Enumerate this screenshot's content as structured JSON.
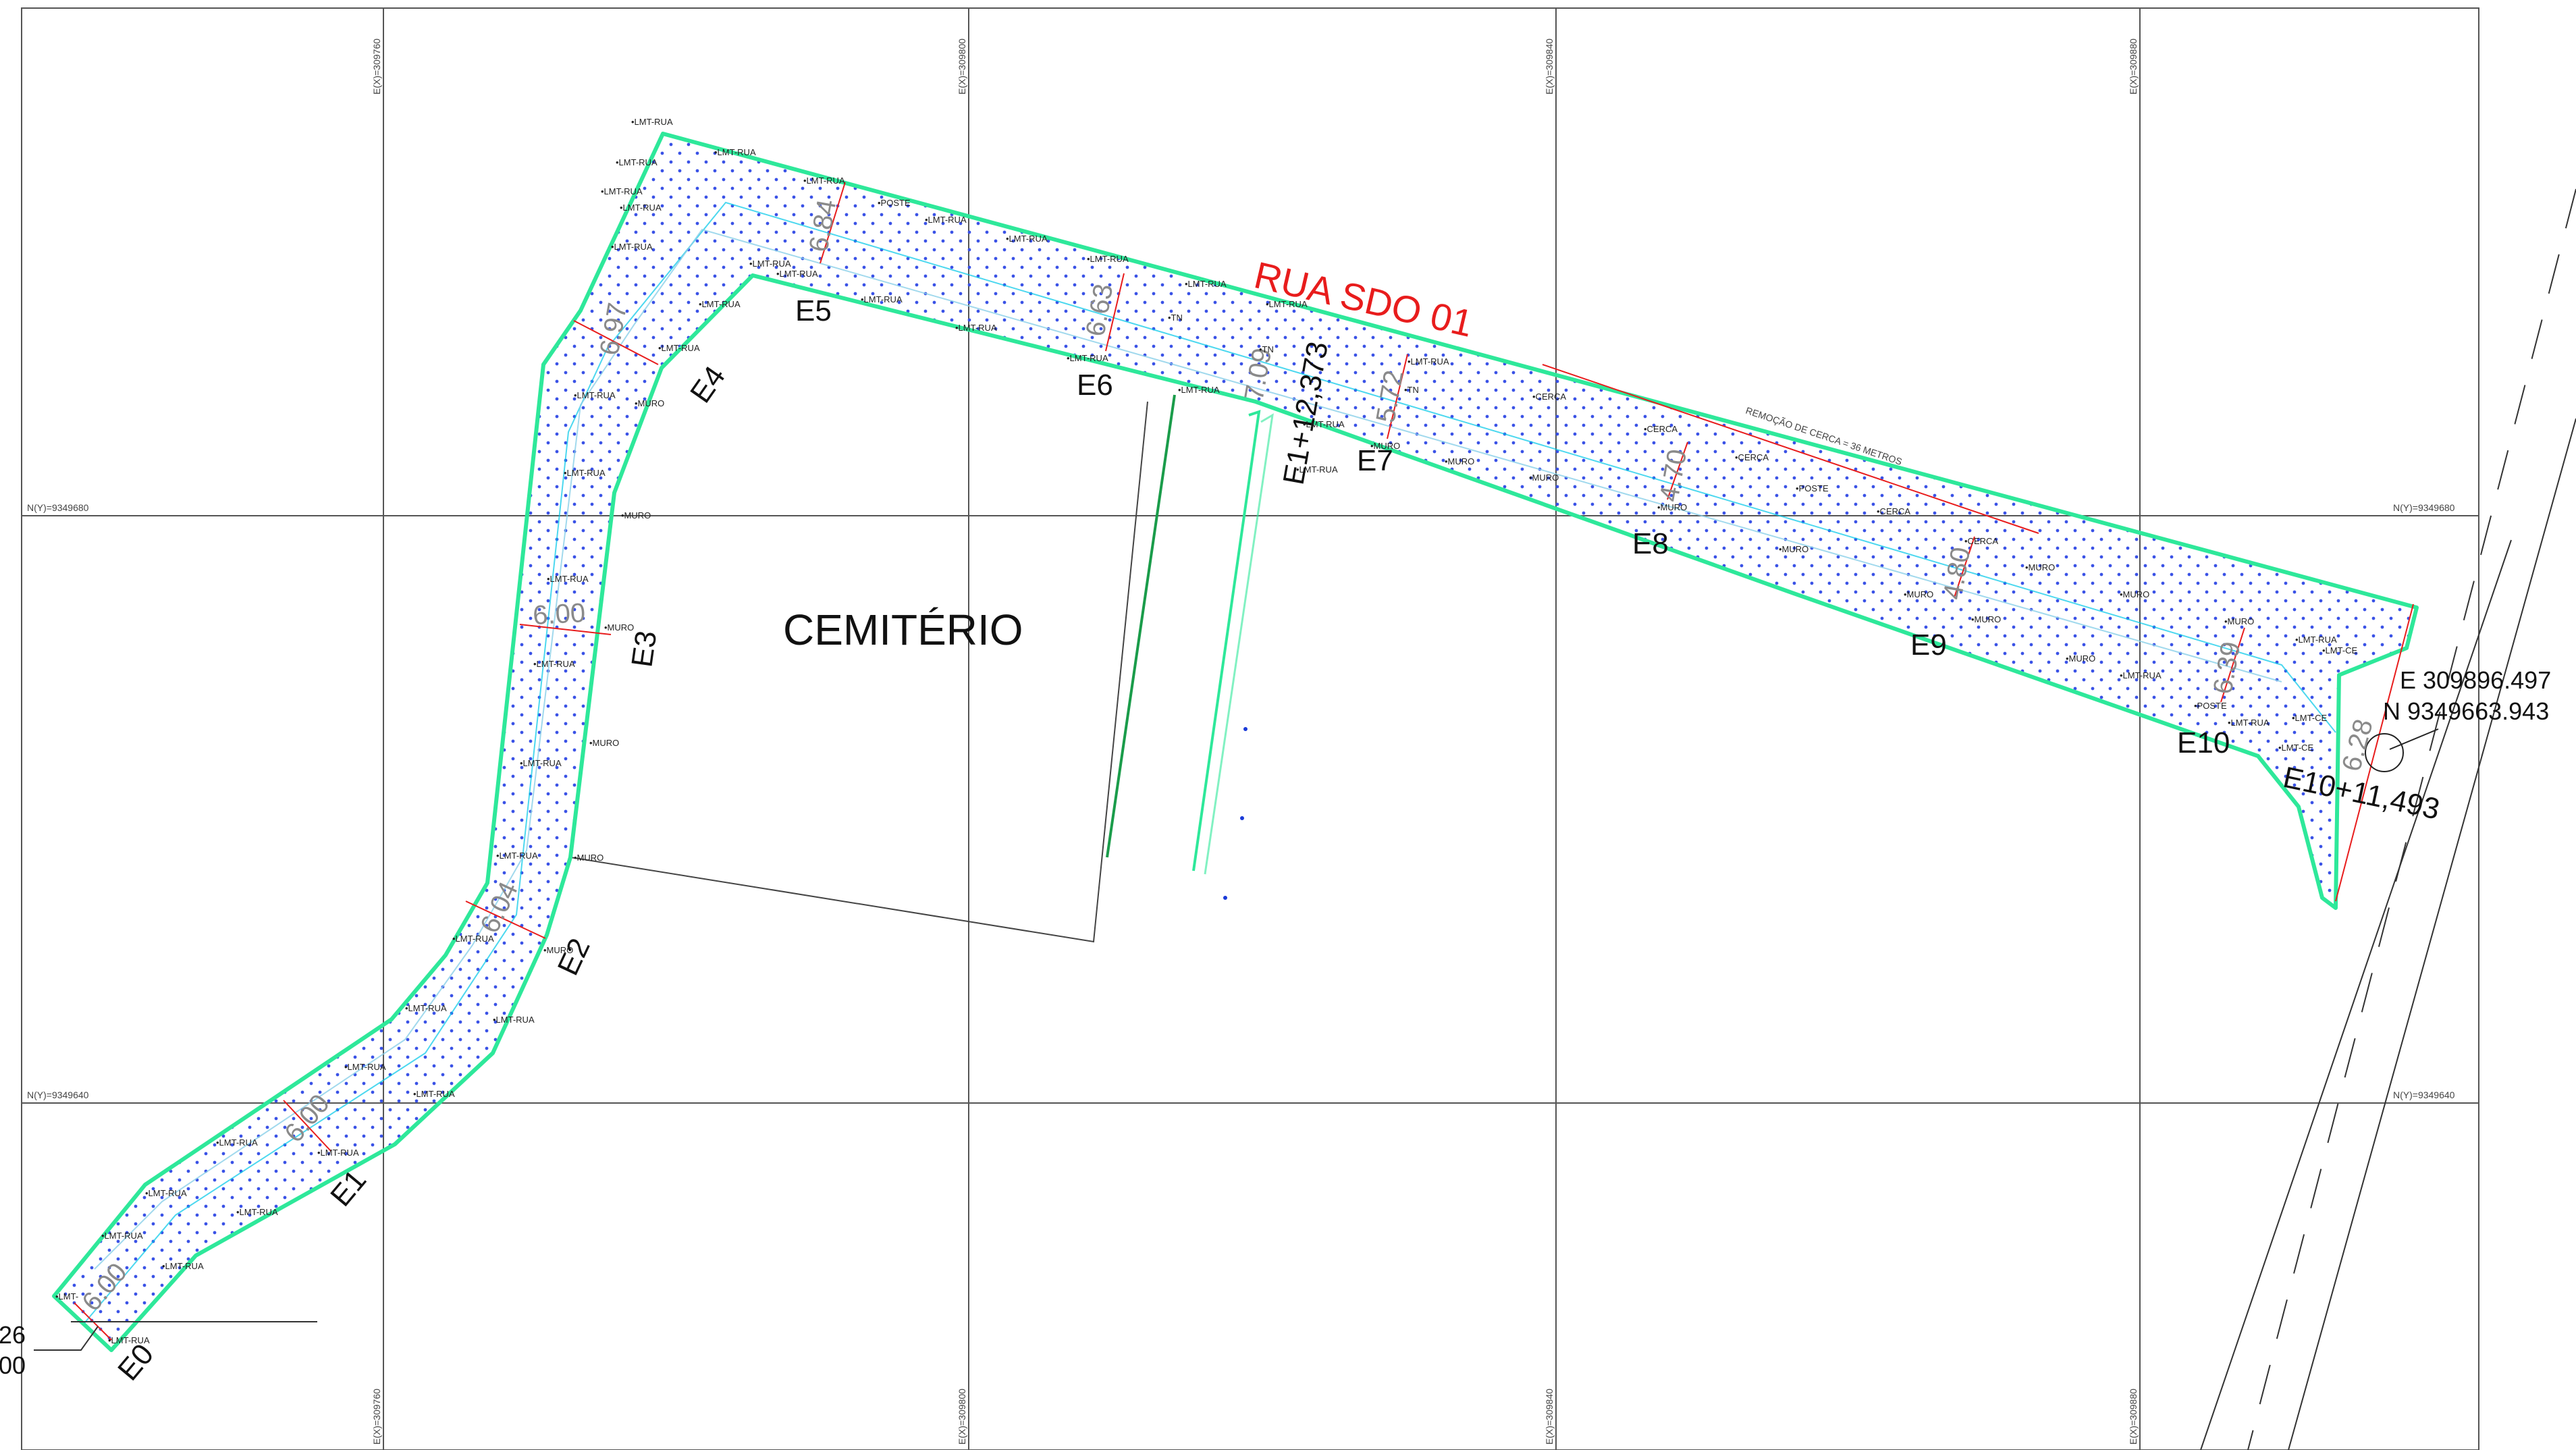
{
  "grid": {
    "e_labels": [
      "E(X)=309760",
      "E(X)=309800",
      "E(X)=309840",
      "E(X)=309880"
    ],
    "n_labels": [
      "N(Y)=9349680",
      "N(Y)=9349640"
    ]
  },
  "street_name": "RUA SDO 01",
  "area_label": "CEMITÉRIO",
  "fence_note": "REMOÇÃO DE CERCA = 36 METROS",
  "end_coordinate": {
    "e": "E 309896.497",
    "n": "N 9349663.943"
  },
  "start_coordinate_partial": [
    "26",
    "00"
  ],
  "stations": [
    "E0",
    "E1",
    "E2",
    "E3",
    "E4",
    "E5",
    "E6",
    "E7",
    "E8",
    "E9",
    "E10",
    "E1+12,373",
    "E10+11,493"
  ],
  "widths": [
    "6.00",
    "6.04",
    "6.00",
    "6.97",
    "6.84",
    "6.63",
    "7.09",
    "5.72",
    "4.70",
    "4.80",
    "6.39",
    "6.28"
  ],
  "points": {
    "lmt_rua": "LMT-RUA",
    "lmt_ce": "LMT-CE",
    "muro": "MURO",
    "poste": "POSTE",
    "cerca": "CERCA",
    "tn": "TN",
    "lmt": "LMT-"
  },
  "colors": {
    "road_outline": "#2ee89a",
    "fill_dots": "#3a52e6",
    "grid": "#555555",
    "street_label": "#e81c1c",
    "section_line": "#e81c1c"
  }
}
